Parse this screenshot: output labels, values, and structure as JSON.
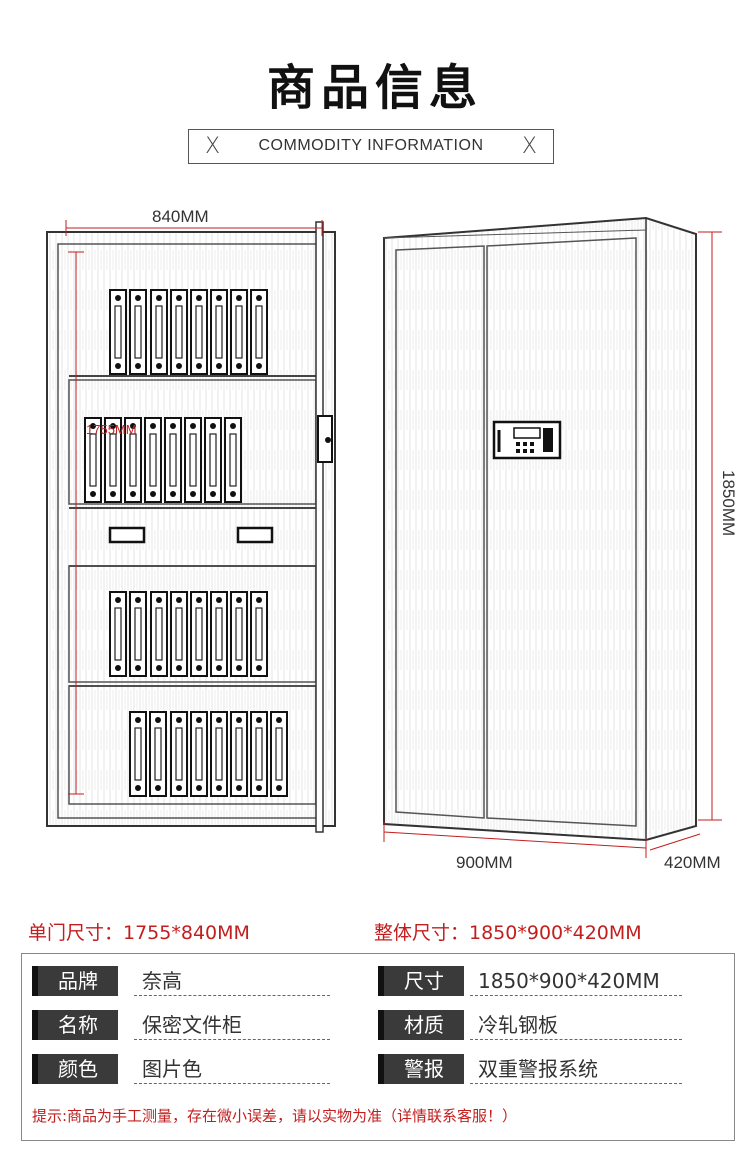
{
  "header": {
    "title": "商品信息",
    "subtitle": "COMMODITY INFORMATION",
    "deco_mark": "X"
  },
  "dimensions": {
    "door_width": "840MM",
    "door_height_label": "1755MM",
    "total_height": "1850MM",
    "total_width": "900MM",
    "depth": "420MM"
  },
  "sizes": {
    "single_door": "单门尺寸：1755*840MM",
    "overall": "整体尺寸：1850*900*420MM"
  },
  "specs": [
    {
      "label": "品牌",
      "value": "奈高"
    },
    {
      "label": "尺寸",
      "value": "1850*900*420MM"
    },
    {
      "label": "名称",
      "value": "保密文件柜"
    },
    {
      "label": "材质",
      "value": "冷轧钢板"
    },
    {
      "label": "颜色",
      "value": "图片色"
    },
    {
      "label": "警报",
      "value": "双重警报系统"
    }
  ],
  "note": "提示:商品为手工测量，存在微小误差，请以实物为准（详情联系客服！）",
  "colors": {
    "accent_red": "#c21e1e",
    "label_bg": "#3a3a3a"
  }
}
